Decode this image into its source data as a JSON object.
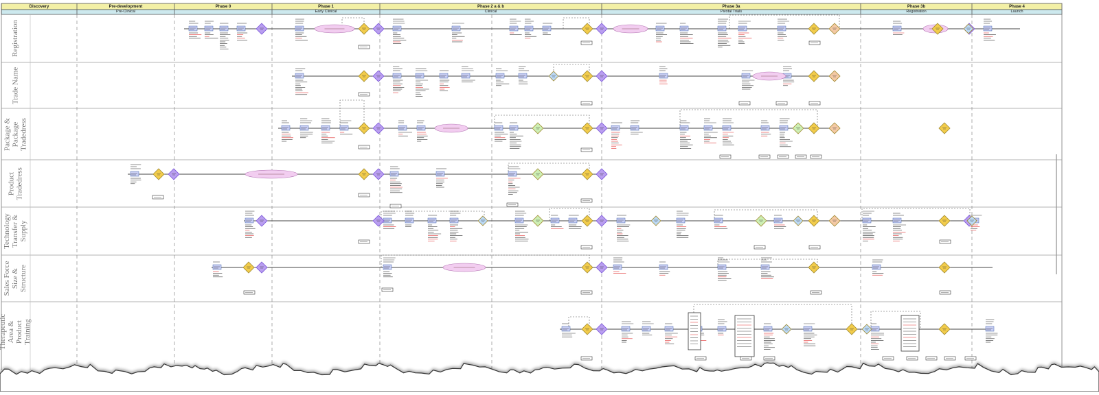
{
  "header": {
    "phases": [
      {
        "label": "Discovery"
      },
      {
        "label": "Pre-development"
      },
      {
        "label": "Phase 0"
      },
      {
        "label": "Phase 1"
      },
      {
        "label": "Phase 2 a & b"
      },
      {
        "label": "Phase 3a"
      },
      {
        "label": "Phase 3b"
      },
      {
        "label": "Phase 4"
      }
    ],
    "stages": [
      {
        "label": ""
      },
      {
        "label": "Pre-Clinical"
      },
      {
        "label": ""
      },
      {
        "label": "Early Clinical"
      },
      {
        "label": "Clinical"
      },
      {
        "label": "Pivotal Trials"
      },
      {
        "label": "Registration"
      },
      {
        "label": "Launch"
      }
    ]
  },
  "lanes": [
    {
      "title": "Registration"
    },
    {
      "title": "Trade Name"
    },
    {
      "title": "Package &\nPackage\nTradedress"
    },
    {
      "title": "Product\nTradedress"
    },
    {
      "title": "Technology\nTransfer &\nSupply"
    },
    {
      "title": "Sales Force\nSize &\nStructure"
    },
    {
      "title": "Therapeutic\nArea &\nProduct\nTraining"
    }
  ],
  "colors": {
    "header_phase": "#f3f0a6",
    "header_stage": "#cde9ee",
    "task_box": "#c9cff4",
    "milestone_purple": "#b99ef0",
    "decision_yellow": "#f2cc4b",
    "decision_peach": "#f4c9a4",
    "decision_green": "#cdefb4",
    "decision_blue": "#bcd9f5",
    "oval_pink": "#f2cdf0",
    "red_text": "#e23030"
  }
}
